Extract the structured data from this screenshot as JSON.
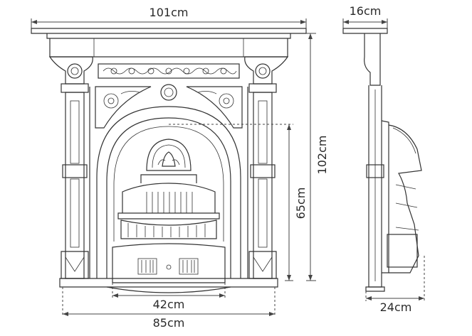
{
  "dimensions": {
    "overall_width": "101cm",
    "depth_top": "16cm",
    "overall_height": "102cm",
    "opening_height": "65cm",
    "grate_width": "42cm",
    "base_width": "85cm",
    "grate_depth": "24cm"
  },
  "colors": {
    "line": "#333333",
    "background": "#ffffff"
  }
}
